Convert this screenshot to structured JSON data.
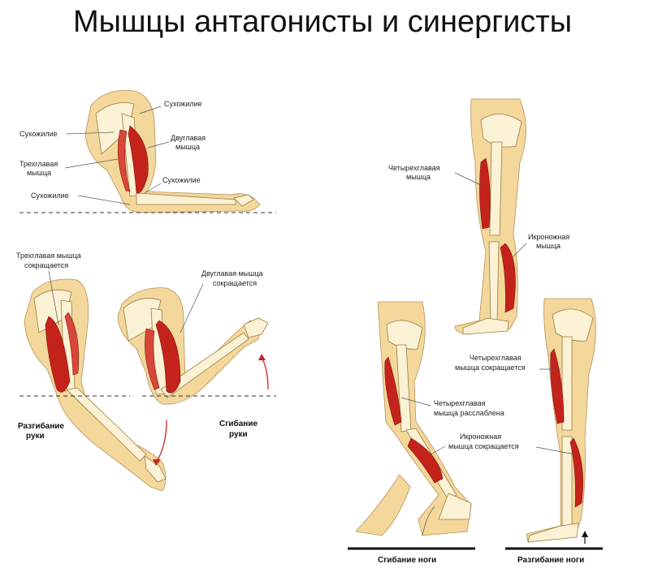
{
  "title": "Мышцы антагонисты и синергисты",
  "labels": {
    "tendon_top": "Сухожилие",
    "tendon_left": "Сухожилие",
    "biceps_l1": "Двуглавая",
    "biceps_l2": "мышца",
    "triceps_l1": "Трехглавая",
    "triceps_l2": "мышца",
    "tendon_elbow": "Сухожилие",
    "tendon_bottom": "Сухожилие",
    "triceps_contract_l1": "Трехглавая мышца",
    "triceps_contract_l2": "сокращается",
    "biceps_contract_l1": "Двуглавая мышца",
    "biceps_contract_l2": "сокращается",
    "arm_ext_l1": "Разгибание",
    "arm_ext_l2": "руки",
    "arm_flex_l1": "Сгибание",
    "arm_flex_l2": "руки",
    "quad_l1": "Четырехглавая",
    "quad_l2": "мышца",
    "calf_l1": "Икроножная",
    "calf_l2": "мышца",
    "quad_contract_l1": "Четырехглавая",
    "quad_contract_l2": "мышца сокращается",
    "quad_relax_l1": "Четырехглавая",
    "quad_relax_l2": "мышца расслаблена",
    "calf_contract_l1": "Икроножная",
    "calf_contract_l2": "мышца сокращается",
    "leg_flex": "Сгибание ноги",
    "leg_ext": "Разгибание ноги"
  },
  "colors": {
    "skin": "#f3d79b",
    "bone": "#fbf1d4",
    "muscle": "#c4231b"
  }
}
